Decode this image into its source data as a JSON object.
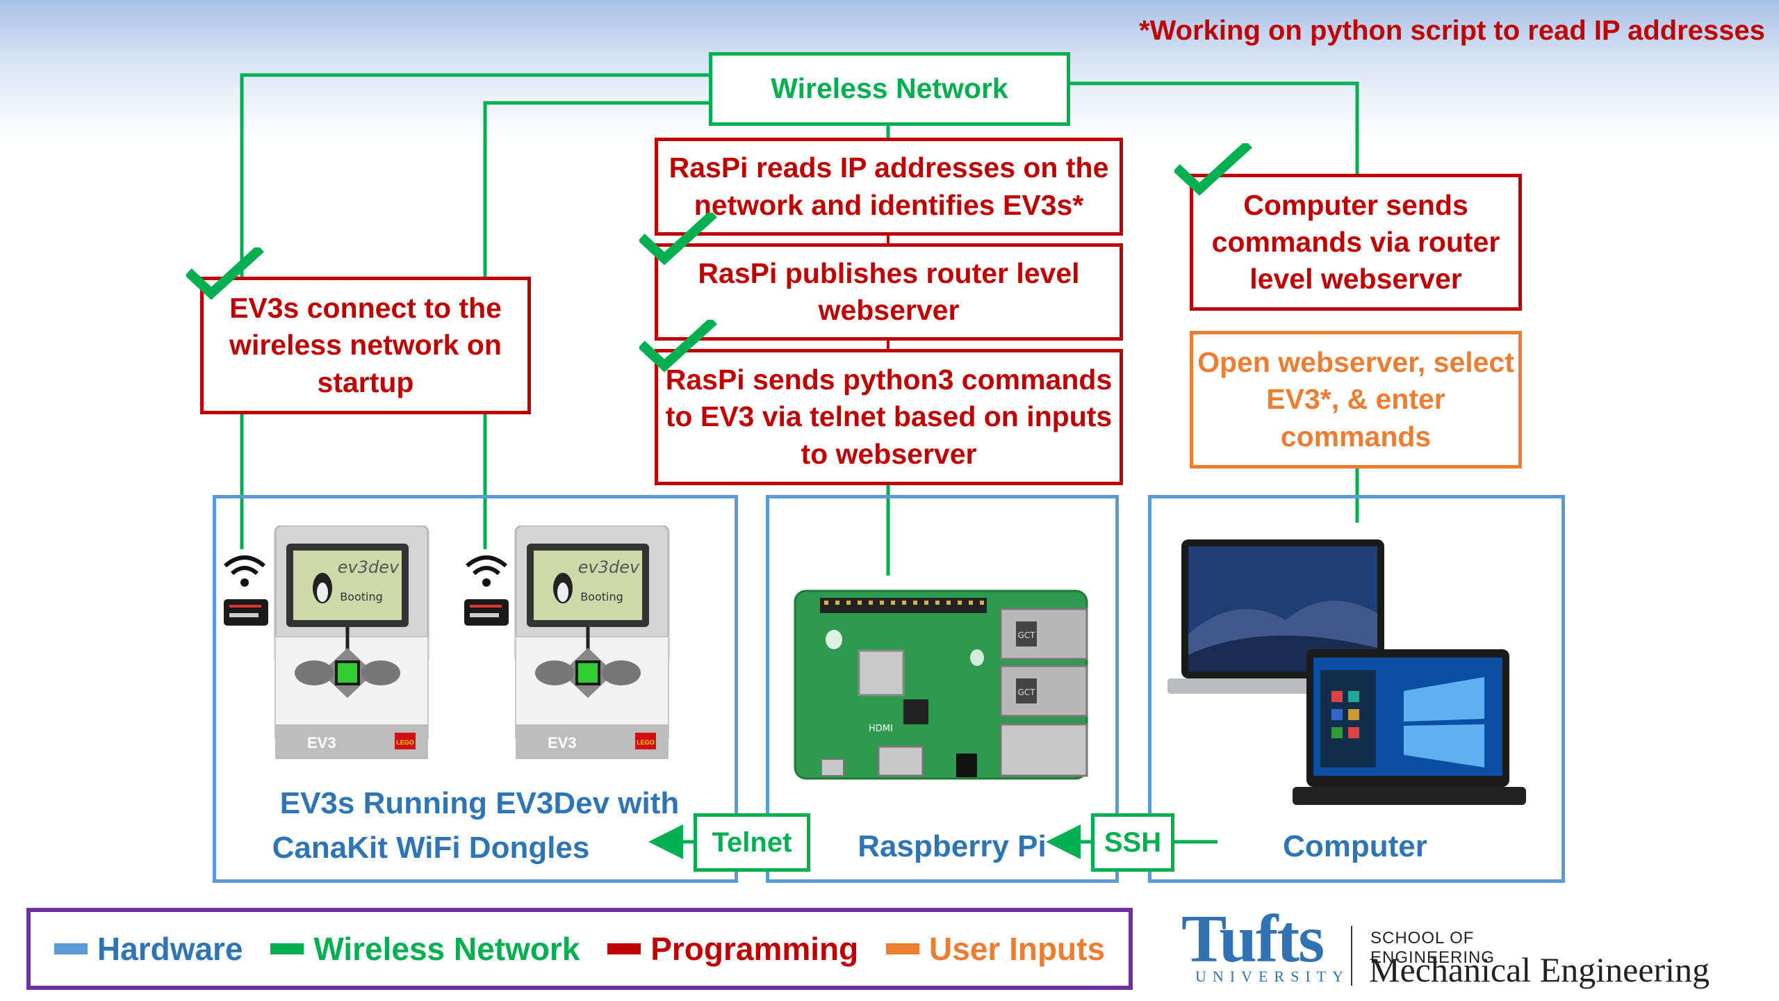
{
  "note": "*Working on python script to read IP addresses",
  "network": {
    "label": "Wireless Network"
  },
  "steps": {
    "raspi_reads": "RasPi reads IP addresses on the network and identifies EV3s*",
    "raspi_publishes": "RasPi publishes router level webserver",
    "raspi_sends": "RasPi sends python3 commands to EV3 via telnet based on inputs to webserver",
    "ev3_connect": "EV3s connect to the wireless network on startup",
    "computer_sends": "Computer sends commands via router level webserver",
    "open_webserver": "Open webserver, select EV3*, & enter commands"
  },
  "hardware": {
    "ev3_label_line1": "EV3s Running EV3Dev with",
    "ev3_label_line2": "CanaKit WiFi Dongles",
    "raspi_label": "Raspberry Pi",
    "computer_label": "Computer"
  },
  "links": {
    "telnet": "Telnet",
    "ssh": "SSH"
  },
  "ev3_screen": {
    "title": "ev3dev",
    "status": "Booting",
    "brand": "EV3",
    "logo": "LEGO"
  },
  "pi_chips": {
    "usb": "GCT",
    "hdmi": "HDMI"
  },
  "legend": [
    {
      "label": "Hardware",
      "color": "#5b9bd5"
    },
    {
      "label": "Wireless Network",
      "color": "#00b050"
    },
    {
      "label": "Programming",
      "color": "#c00000"
    },
    {
      "label": "User Inputs",
      "color": "#ed7d31"
    }
  ],
  "brand": {
    "name": "Tufts",
    "sub": "UNIVERSITY",
    "school": "SCHOOL OF ENGINEERING",
    "dept": "Mechanical Engineering"
  },
  "colors": {
    "network": "#00b050",
    "programming": "#c00000",
    "user": "#ed7d31",
    "hardware": "#5b9bd5",
    "legend_border": "#7030a0"
  },
  "icons": [
    "check-icon",
    "wifi-icon",
    "wifi-dongle-icon",
    "arrow-left-icon"
  ]
}
